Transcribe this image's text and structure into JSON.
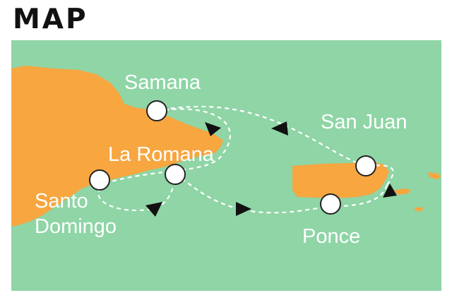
{
  "heading": "MAP",
  "colors": {
    "sea": "#8fd5a6",
    "land": "#f7a640",
    "route": "#ffffff",
    "arrow": "#111111",
    "port_fill": "#ffffff",
    "port_stroke": "#222222"
  },
  "ports": [
    {
      "id": "samana",
      "label": "Samana"
    },
    {
      "id": "la-romana",
      "label": "La Romana"
    },
    {
      "id": "santo-domingo",
      "label_line1": "Santo",
      "label_line2": "Domingo"
    },
    {
      "id": "san-juan",
      "label": "San Juan"
    },
    {
      "id": "ponce",
      "label": "Ponce"
    }
  ]
}
